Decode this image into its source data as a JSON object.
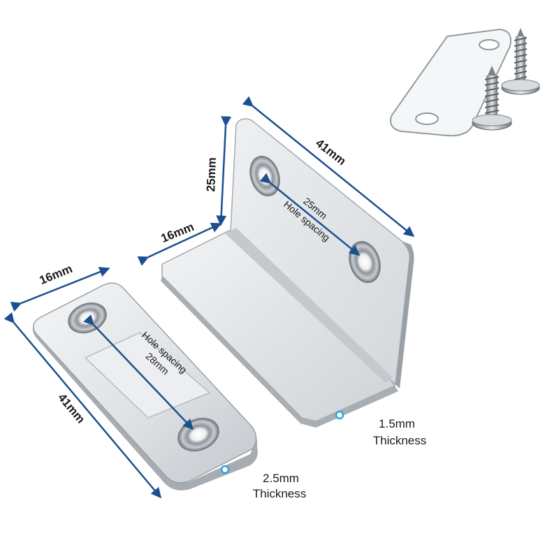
{
  "labels": {
    "bracket_width": "41mm",
    "bracket_height": "25mm",
    "bracket_depth": "16mm",
    "bracket_hole_value": "25mm",
    "bracket_hole_label": "Hole spacing",
    "bracket_thickness_value": "1.5mm",
    "bracket_thickness_label": "Thickness",
    "plate_width": "16mm",
    "plate_length": "41mm",
    "plate_hole_label": "Hole spacing",
    "plate_hole_value": "28mm",
    "plate_thickness_value": "2.5mm",
    "plate_thickness_label": "Thickness"
  },
  "colors": {
    "dimension_line": "#1c4f8f",
    "marker": "#2aa5d8",
    "metal_light": "#e9ebed",
    "metal_mid": "#c9cdd1",
    "metal_dark": "#9aa0a6"
  }
}
